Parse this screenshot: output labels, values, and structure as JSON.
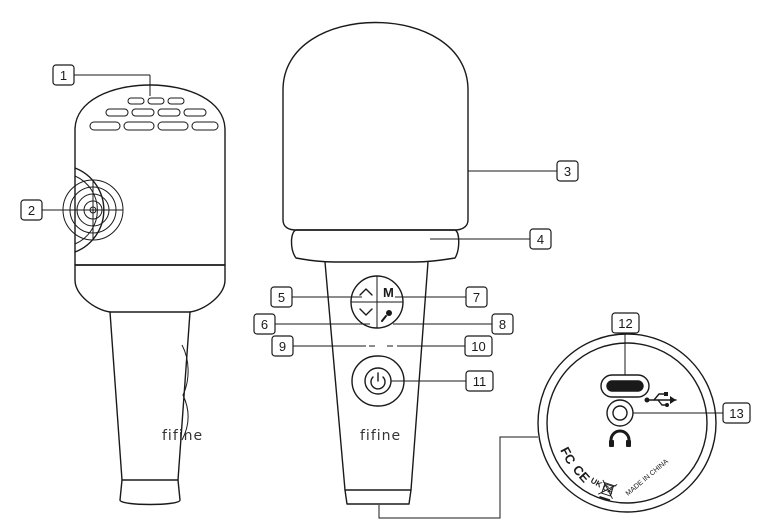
{
  "callouts": [
    "1",
    "2",
    "3",
    "4",
    "5",
    "6",
    "7",
    "8",
    "9",
    "10",
    "11",
    "12",
    "13"
  ],
  "brand_text": "fifine",
  "button_labels": {
    "mode": "M"
  },
  "marks": {
    "fcc": "FC",
    "ce": "CE",
    "ukca": "UK CA",
    "made_in": "MADE IN CHINA"
  },
  "icons": {
    "up": "chevron-up-icon",
    "down": "chevron-down-icon",
    "mic": "microphone-icon",
    "power": "power-icon",
    "usb": "usb-icon",
    "headphone": "headphone-icon",
    "weee": "weee-bin-icon"
  }
}
